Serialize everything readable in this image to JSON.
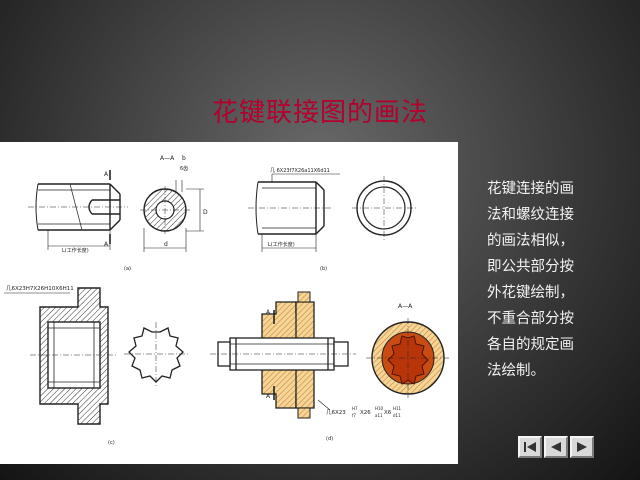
{
  "slide": {
    "title": "花键联接图的画法"
  },
  "explanation": {
    "lines": [
      "花键连接的画",
      "法和螺纹连接",
      "的画法相似，",
      "即公共部分按",
      "外花键绘制，",
      "不重合部分按",
      "各自的规定画",
      "法绘制。"
    ]
  },
  "figure": {
    "a": {
      "section_label": "A—A",
      "mark_top": "A",
      "mark_bottom": "A",
      "dim_b": "b",
      "dim_6": "6齿",
      "dim_D": "D",
      "dim_d": "d",
      "dim_L": "L(工作长度)",
      "caption": "(a)"
    },
    "b": {
      "spec": "几 6X23f7X26a11X6d11",
      "dim_L": "L(工作长度)",
      "caption": "(b)"
    },
    "c": {
      "spec": "几6X23H7X26H10X6H11",
      "caption": "(c)"
    },
    "d": {
      "section_label": "A—A",
      "mark_top": "A",
      "mark_bottom": "A",
      "spec_prefix": "几6X23",
      "spec_mid": "X26",
      "spec_suffix": "X6",
      "fit1_top": "H7",
      "fit1_bottom": "f7",
      "fit2_top": "H10",
      "fit2_bottom": "a11",
      "fit3_top": "H11",
      "fit3_bottom": "d11",
      "caption": "(d)"
    }
  },
  "navigation": {
    "first_icon": "first-slide-icon",
    "prev_icon": "previous-slide-icon",
    "next_icon": "next-slide-icon"
  },
  "colors": {
    "title": "#b3002d",
    "hub_section": "#c84b14",
    "hatch": "#e1a64a",
    "panel": "#ffffff"
  }
}
